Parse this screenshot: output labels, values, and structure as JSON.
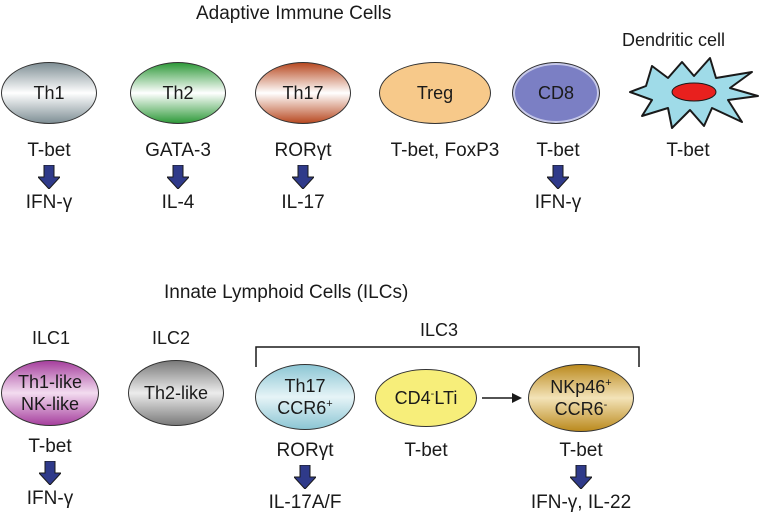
{
  "adaptive": {
    "title": "Adaptive Immune Cells",
    "cells": [
      {
        "name": "Th1",
        "tf": "T-bet",
        "cytokine": "IFN-γ"
      },
      {
        "name": "Th2",
        "tf": "GATA-3",
        "cytokine": "IL-4"
      },
      {
        "name": "Th17",
        "tf": "RORγt",
        "cytokine": "IL-17"
      },
      {
        "name": "Treg",
        "tf": "T-bet, FoxP3",
        "cytokine": ""
      },
      {
        "name": "CD8",
        "tf": "T-bet",
        "cytokine": "IFN-γ"
      }
    ],
    "dendritic": {
      "label": "Dendritic cell",
      "tf": "T-bet"
    }
  },
  "innate": {
    "title": "Innate Lymphoid Cells (ILCs)",
    "ilc1": {
      "group": "ILC1",
      "line1": "Th1-like",
      "line2": "NK-like",
      "tf": "T-bet",
      "cytokine": "IFN-γ"
    },
    "ilc2": {
      "group": "ILC2",
      "line1": "Th2-like"
    },
    "ilc3": {
      "group": "ILC3",
      "th17": {
        "line1": "Th17",
        "line2_base": "CCR6",
        "line2_sup": "+",
        "tf": "RORγt",
        "cytokine": "IL-17A/F"
      },
      "lti": {
        "pre": "CD4",
        "sup": "-",
        "post": "LTi",
        "tf": "T-bet"
      },
      "nkp": {
        "line1_base": "NKp46",
        "line1_sup": "+",
        "line2_base": "CCR6",
        "line2_sup": "-",
        "tf": "T-bet",
        "cytokine": "IFN-γ, IL-22"
      }
    }
  },
  "colors": {
    "th1": "#8a9aa0",
    "th2": "#3fa84a",
    "th17": "#c0542a",
    "treg": "#f7c98a",
    "cd8": "#7b7fc4",
    "dendritic": "#9fdbe8",
    "nucleus": "#e8201e",
    "ilc1": "#b04ba8",
    "ilc2": "#8c8c8c",
    "ilc3_th17": "#a6d4df",
    "lti": "#f7ee7a",
    "nkp": "#c99a2a",
    "arrow": "#2f3a8a"
  }
}
